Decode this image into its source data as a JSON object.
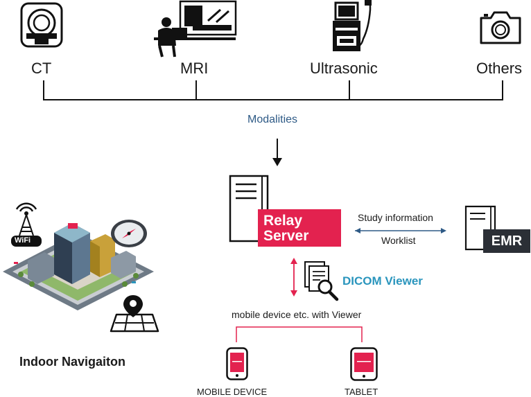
{
  "modalities": {
    "items": [
      {
        "label": "CT",
        "icon": "ct-scanner-icon"
      },
      {
        "label": "MRI",
        "icon": "mri-icon"
      },
      {
        "label": "Ultrasonic",
        "icon": "ultrasound-icon"
      },
      {
        "label": "Others",
        "icon": "camera-icon"
      }
    ],
    "group_label": "Modalities"
  },
  "relay_server": {
    "line1": "Relay",
    "line2": "Server"
  },
  "emr": {
    "label": "EMR"
  },
  "exchange": {
    "top": "Study information",
    "bottom": "Worklist"
  },
  "dicom_viewer": {
    "label": "DICOM Viewer"
  },
  "mobile_caption": "mobile device etc. with Viewer",
  "devices": {
    "mobile": "MOBILE DEVICE",
    "tablet": "TABLET"
  },
  "navigation": {
    "label": "Indoor Navigaiton",
    "wifi_text": "WiFi"
  },
  "colors": {
    "accent": "#e3224f",
    "label_blue": "#2e5a86",
    "viewer_blue": "#2a95bd",
    "dark": "#2b2f36"
  }
}
